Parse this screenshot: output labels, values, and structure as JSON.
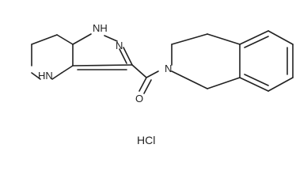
{
  "molecule": {
    "atoms": {
      "nh_pyrazole": "NH",
      "n_pyrazole": "N",
      "nh_ring": "HN",
      "n_isoquinoline": "N",
      "o_carbonyl": "O"
    },
    "salt": "HCl"
  }
}
